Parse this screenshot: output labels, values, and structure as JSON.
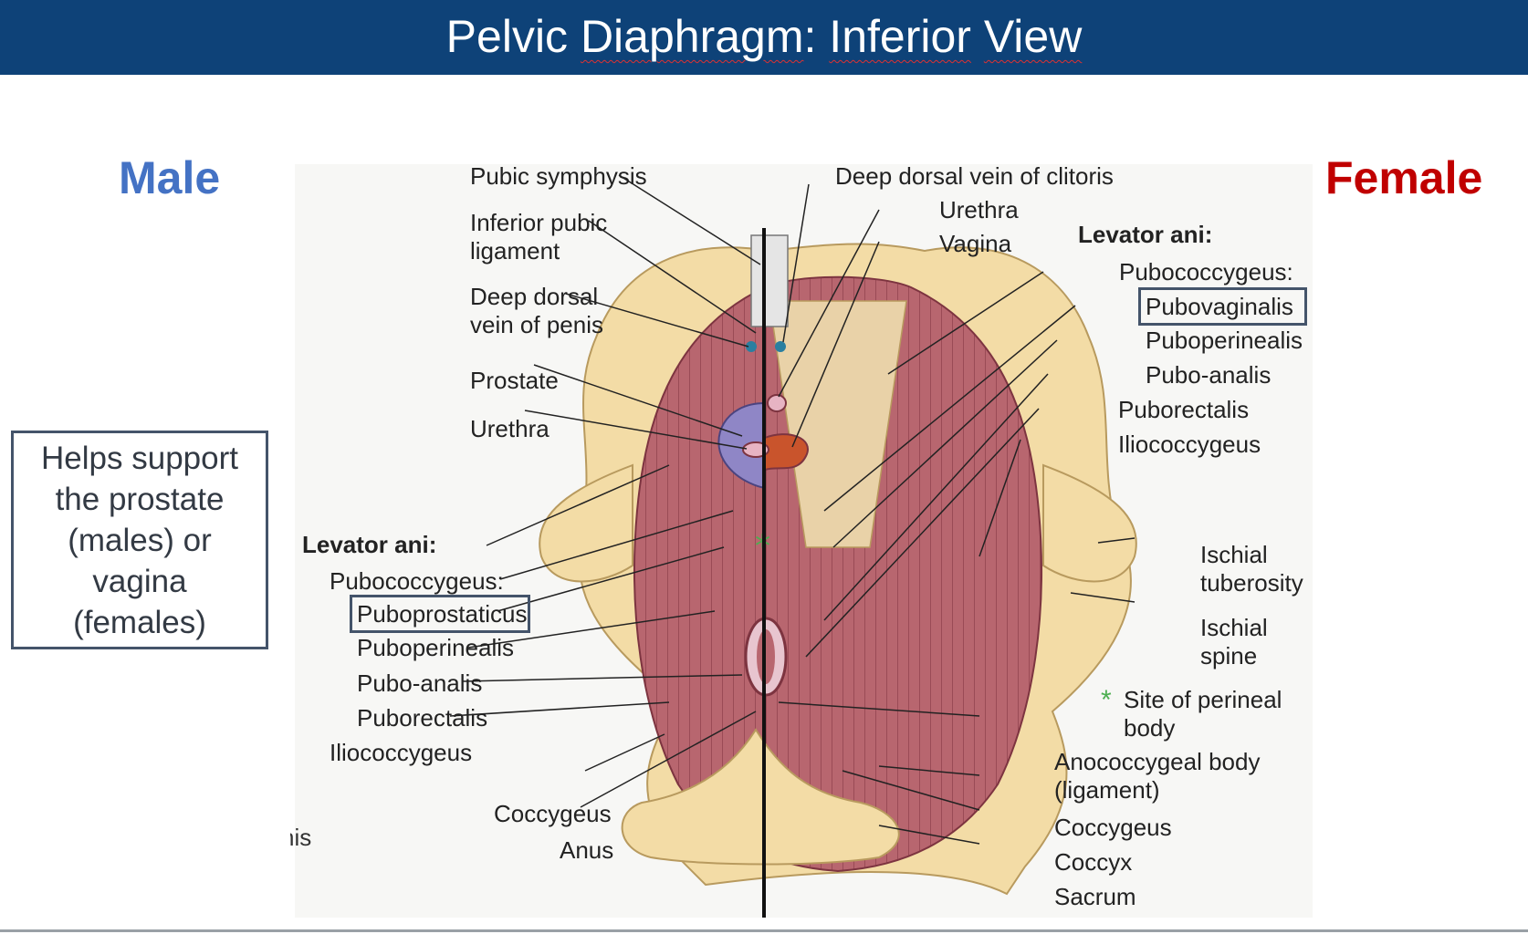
{
  "slide": {
    "title_parts": [
      "Pelvic ",
      "Diaphragm",
      ": ",
      "Inferior",
      " ",
      "View"
    ],
    "male_heading": "Male",
    "female_heading": "Female",
    "note": "Helps support the prostate (males) or vagina (females)",
    "edge_fragment": "nis"
  },
  "figure": {
    "left_labels": {
      "pubic_symphysis": "Pubic symphysis",
      "inferior_pubic_ligament": "Inferior pubic ligament",
      "deep_dorsal_vein_penis": "Deep dorsal vein of penis",
      "prostate": "Prostate",
      "urethra": "Urethra",
      "levator_ani": "Levator ani:",
      "pubococcygeus": "Pubococcygeus:",
      "puboprostaticus": "Puboprostaticus",
      "puboperinealis": "Puboperinealis",
      "pubo_analis": "Pubo-analis",
      "puborectalis": "Puborectalis",
      "iliococcygeus": "Iliococcygeus",
      "coccygeus": "Coccygeus",
      "anus": "Anus"
    },
    "right_labels": {
      "deep_dorsal_vein_clitoris": "Deep dorsal vein of clitoris",
      "urethra": "Urethra",
      "vagina": "Vagina",
      "levator_ani": "Levator ani:",
      "pubococcygeus": "Pubococcygeus:",
      "pubovaginalis": "Pubovaginalis",
      "puboperinealis": "Puboperinealis",
      "pubo_analis": "Pubo-analis",
      "puborectalis": "Puborectalis",
      "iliococcygeus": "Iliococcygeus",
      "ischial_tuberosity": "Ischial tuberosity",
      "ischial_spine": "Ischial spine",
      "perineal_body_marker": "*",
      "site_of_perineal_body": "Site of perineal body",
      "anococcygeal_body": "Anococcygeal body (ligament)",
      "coccygeus": "Coccygeus",
      "coccyx": "Coccyx",
      "sacrum": "Sacrum"
    },
    "colors": {
      "muscle": "#b8666f",
      "muscle_dark": "#8e3f4a",
      "bone": "#f3dca6",
      "prostate": "#8f86c6",
      "marker": "#4caf50"
    }
  }
}
